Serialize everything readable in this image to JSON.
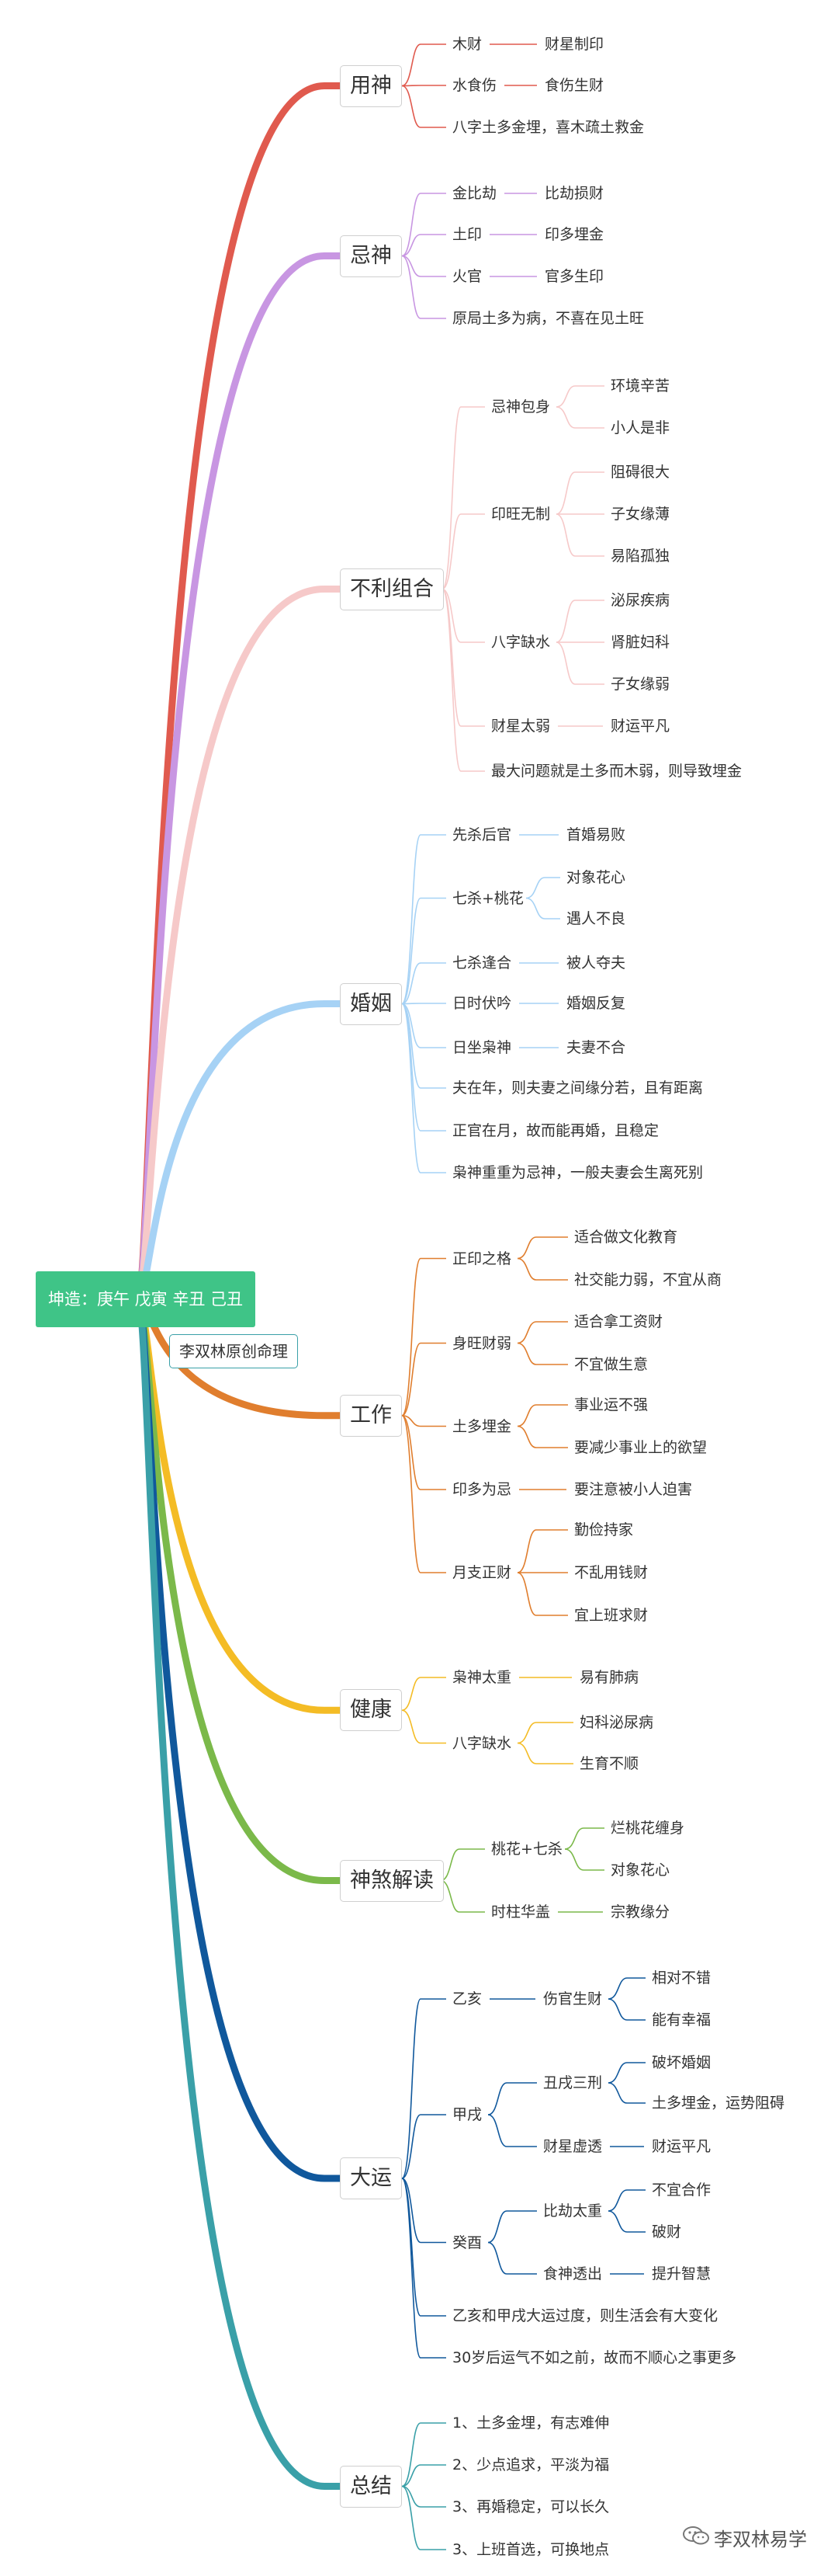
{
  "root": "坤造：庚午 戊寅 辛丑 己丑",
  "author_box": "李双林原创命理",
  "watermark": "李双林易学",
  "colors": {
    "yongshen": "#e05a4e",
    "jishen": "#c896e2",
    "buli": "#f6c9c9",
    "hunyin": "#a6d2f5",
    "gongzuo": "#e07e2e",
    "jiankang": "#f4bc25",
    "shensha": "#7bb94a",
    "dayun": "#10589c",
    "zongjie": "#3aa0a8",
    "root": "#3fc487"
  },
  "branches": [
    {
      "label": "用神",
      "children": [
        {
          "label": "木财",
          "children": [
            {
              "label": "财星制印"
            }
          ]
        },
        {
          "label": "水食伤",
          "children": [
            {
              "label": "食伤生财"
            }
          ]
        },
        {
          "label": "八字土多金埋，喜木疏土救金"
        }
      ]
    },
    {
      "label": "忌神",
      "children": [
        {
          "label": "金比劫",
          "children": [
            {
              "label": "比劫损财"
            }
          ]
        },
        {
          "label": "土印",
          "children": [
            {
              "label": "印多埋金"
            }
          ]
        },
        {
          "label": "火官",
          "children": [
            {
              "label": "官多生印"
            }
          ]
        },
        {
          "label": "原局土多为病，不喜在见土旺"
        }
      ]
    },
    {
      "label": "不利组合",
      "children": [
        {
          "label": "忌神包身",
          "children": [
            {
              "label": "环境辛苦"
            },
            {
              "label": "小人是非"
            }
          ]
        },
        {
          "label": "印旺无制",
          "children": [
            {
              "label": "阻碍很大"
            },
            {
              "label": "子女缘薄"
            },
            {
              "label": "易陷孤独"
            }
          ]
        },
        {
          "label": "八字缺水",
          "children": [
            {
              "label": "泌尿疾病"
            },
            {
              "label": "肾脏妇科"
            },
            {
              "label": "子女缘弱"
            }
          ]
        },
        {
          "label": "财星太弱",
          "children": [
            {
              "label": "财运平凡"
            }
          ]
        },
        {
          "label": "最大问题就是土多而木弱，则导致埋金"
        }
      ]
    },
    {
      "label": "婚姻",
      "children": [
        {
          "label": "先杀后官",
          "children": [
            {
              "label": "首婚易败"
            }
          ]
        },
        {
          "label": "七杀+桃花",
          "children": [
            {
              "label": "对象花心"
            },
            {
              "label": "遇人不良"
            }
          ]
        },
        {
          "label": "七杀逢合",
          "children": [
            {
              "label": "被人夺夫"
            }
          ]
        },
        {
          "label": "日时伏吟",
          "children": [
            {
              "label": "婚姻反复"
            }
          ]
        },
        {
          "label": "日坐枭神",
          "children": [
            {
              "label": "夫妻不合"
            }
          ]
        },
        {
          "label": "夫在年，则夫妻之间缘分若，且有距离"
        },
        {
          "label": "正官在月，故而能再婚，且稳定"
        },
        {
          "label": "枭神重重为忌神，一般夫妻会生离死别"
        }
      ]
    },
    {
      "label": "工作",
      "children": [
        {
          "label": "正印之格",
          "children": [
            {
              "label": "适合做文化教育"
            },
            {
              "label": "社交能力弱，不宜从商"
            }
          ]
        },
        {
          "label": "身旺财弱",
          "children": [
            {
              "label": "适合拿工资财"
            },
            {
              "label": "不宜做生意"
            }
          ]
        },
        {
          "label": "土多埋金",
          "children": [
            {
              "label": "事业运不强"
            },
            {
              "label": "要减少事业上的欲望"
            }
          ]
        },
        {
          "label": "印多为忌",
          "children": [
            {
              "label": "要注意被小人迫害"
            }
          ]
        },
        {
          "label": "月支正财",
          "children": [
            {
              "label": "勤俭持家"
            },
            {
              "label": "不乱用钱财"
            },
            {
              "label": "宜上班求财"
            }
          ]
        }
      ]
    },
    {
      "label": "健康",
      "children": [
        {
          "label": "枭神太重",
          "children": [
            {
              "label": "易有肺病"
            }
          ]
        },
        {
          "label": "八字缺水",
          "children": [
            {
              "label": "妇科泌尿病"
            },
            {
              "label": "生育不顺"
            }
          ]
        }
      ]
    },
    {
      "label": "神煞解读",
      "children": [
        {
          "label": "桃花+七杀",
          "children": [
            {
              "label": "烂桃花缠身"
            },
            {
              "label": "对象花心"
            }
          ]
        },
        {
          "label": "时柱华盖",
          "children": [
            {
              "label": "宗教缘分"
            }
          ]
        }
      ]
    },
    {
      "label": "大运",
      "children": [
        {
          "label": "乙亥",
          "children": [
            {
              "label": "伤官生财",
              "children": [
                {
                  "label": "相对不错"
                },
                {
                  "label": "能有幸福"
                }
              ]
            }
          ]
        },
        {
          "label": "甲戌",
          "children": [
            {
              "label": "丑戌三刑",
              "children": [
                {
                  "label": "破坏婚姻"
                },
                {
                  "label": "土多埋金，运势阻碍"
                }
              ]
            },
            {
              "label": "财星虚透",
              "children": [
                {
                  "label": "财运平凡"
                }
              ]
            }
          ]
        },
        {
          "label": "癸酉",
          "children": [
            {
              "label": "比劫太重",
              "children": [
                {
                  "label": "不宜合作"
                },
                {
                  "label": "破财"
                }
              ]
            },
            {
              "label": "食神透出",
              "children": [
                {
                  "label": "提升智慧"
                }
              ]
            }
          ]
        },
        {
          "label": "乙亥和甲戌大运过度，则生活会有大变化"
        },
        {
          "label": "30岁后运气不如之前，故而不顺心之事更多"
        }
      ]
    },
    {
      "label": "总结",
      "children": [
        {
          "label": "1、土多金埋，有志难伸"
        },
        {
          "label": "2、少点追求，平淡为福"
        },
        {
          "label": "3、再婚稳定，可以长久"
        },
        {
          "label": "3、上班首选，可换地点"
        }
      ]
    }
  ]
}
